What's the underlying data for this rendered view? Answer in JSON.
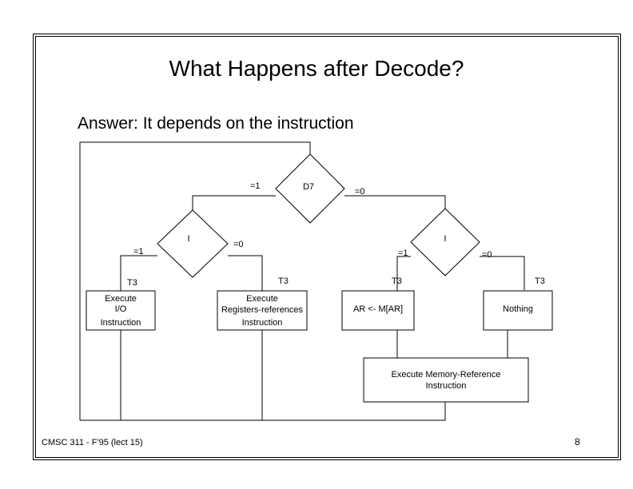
{
  "slide": {
    "title": "What Happens after Decode?",
    "subtitle": "Answer: It depends on the instruction",
    "footer": "CMSC 311 - F'95 (lect 15)",
    "page_number": "8"
  },
  "diagram": {
    "decisions": {
      "d7": "D7",
      "i_left": "I",
      "i_right": "I"
    },
    "edge_labels": {
      "d7_eq1": "=1",
      "d7_eq0": "=0",
      "ileft_eq1": "=1",
      "ileft_eq0": "=0",
      "iright_eq1": "=1",
      "iright_eq0": "=0"
    },
    "timing": {
      "t3_io": "T3",
      "t3_reg": "T3",
      "t3_ar": "T3",
      "t3_nothing": "T3"
    },
    "boxes": {
      "execute_io": [
        "Execute",
        "I/O",
        "Instruction"
      ],
      "execute_reg": [
        "Execute",
        "Registers-references",
        "Instruction"
      ],
      "ar_load": [
        "AR <- M[AR]"
      ],
      "nothing": [
        "Nothing"
      ],
      "execute_memref": [
        "Execute Memory-Reference",
        "Instruction"
      ]
    }
  }
}
